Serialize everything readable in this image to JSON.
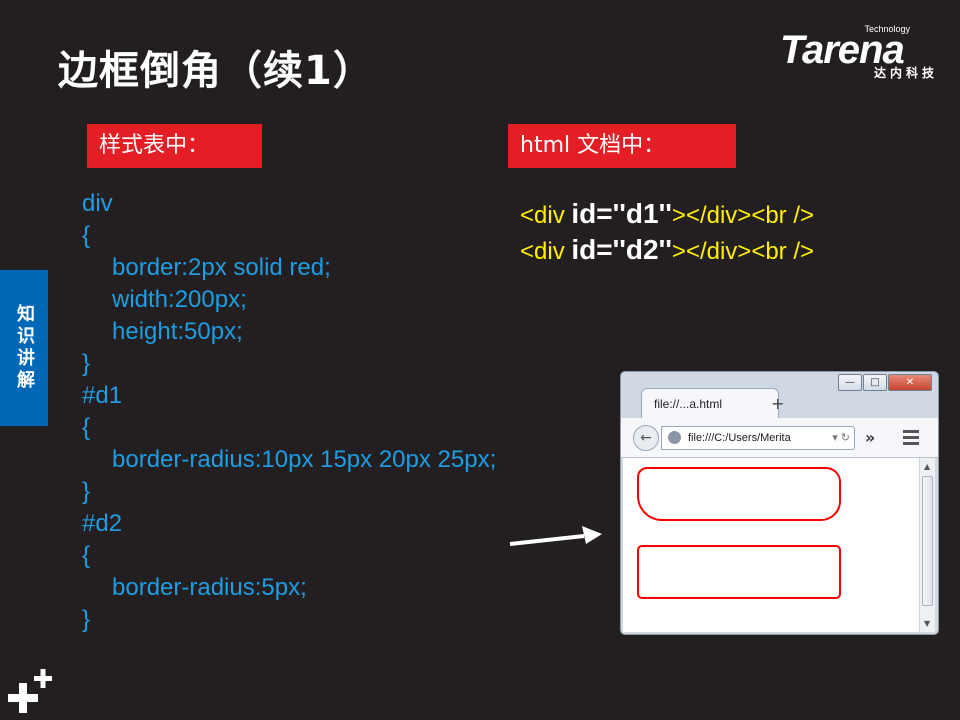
{
  "slide": {
    "title": "边框倒角（续1）"
  },
  "logo": {
    "tagline": "Technology",
    "wordmark": "Tarena",
    "chinese": "达内科技"
  },
  "side_tab": {
    "label": "知识讲解",
    "color": "#0068b7"
  },
  "labels": {
    "css": "样式表中：",
    "html": "html 文档中："
  },
  "css_code": {
    "line0": "div",
    "line1": "{",
    "line2": "border:2px solid red;",
    "line3": "width:200px;",
    "line4": "height:50px;",
    "line5": "}",
    "line6": "#d1",
    "line7": "{",
    "line8": "border-radius:10px 15px 20px 25px;",
    "line9": "}",
    "line10": "#d2",
    "line11": "{",
    "line12": "border-radius:5px;",
    "line13": "}"
  },
  "html_code": {
    "row1": {
      "open": "<div ",
      "attr": "id=''d1''",
      "close": "></div><br />"
    },
    "row2": {
      "open": "<div ",
      "attr": "id=''d2''",
      "close": "></div><br />"
    }
  },
  "browser": {
    "tab_title": "file://...a.html",
    "new_tab": "+",
    "url": "file:///C:/Users/Merita",
    "overflow": "»"
  },
  "colors": {
    "background": "#231f20",
    "label_bg": "#e31e24",
    "css_text": "#1e9de4",
    "html_text": "#fff000",
    "box_border": "#ff0000"
  }
}
